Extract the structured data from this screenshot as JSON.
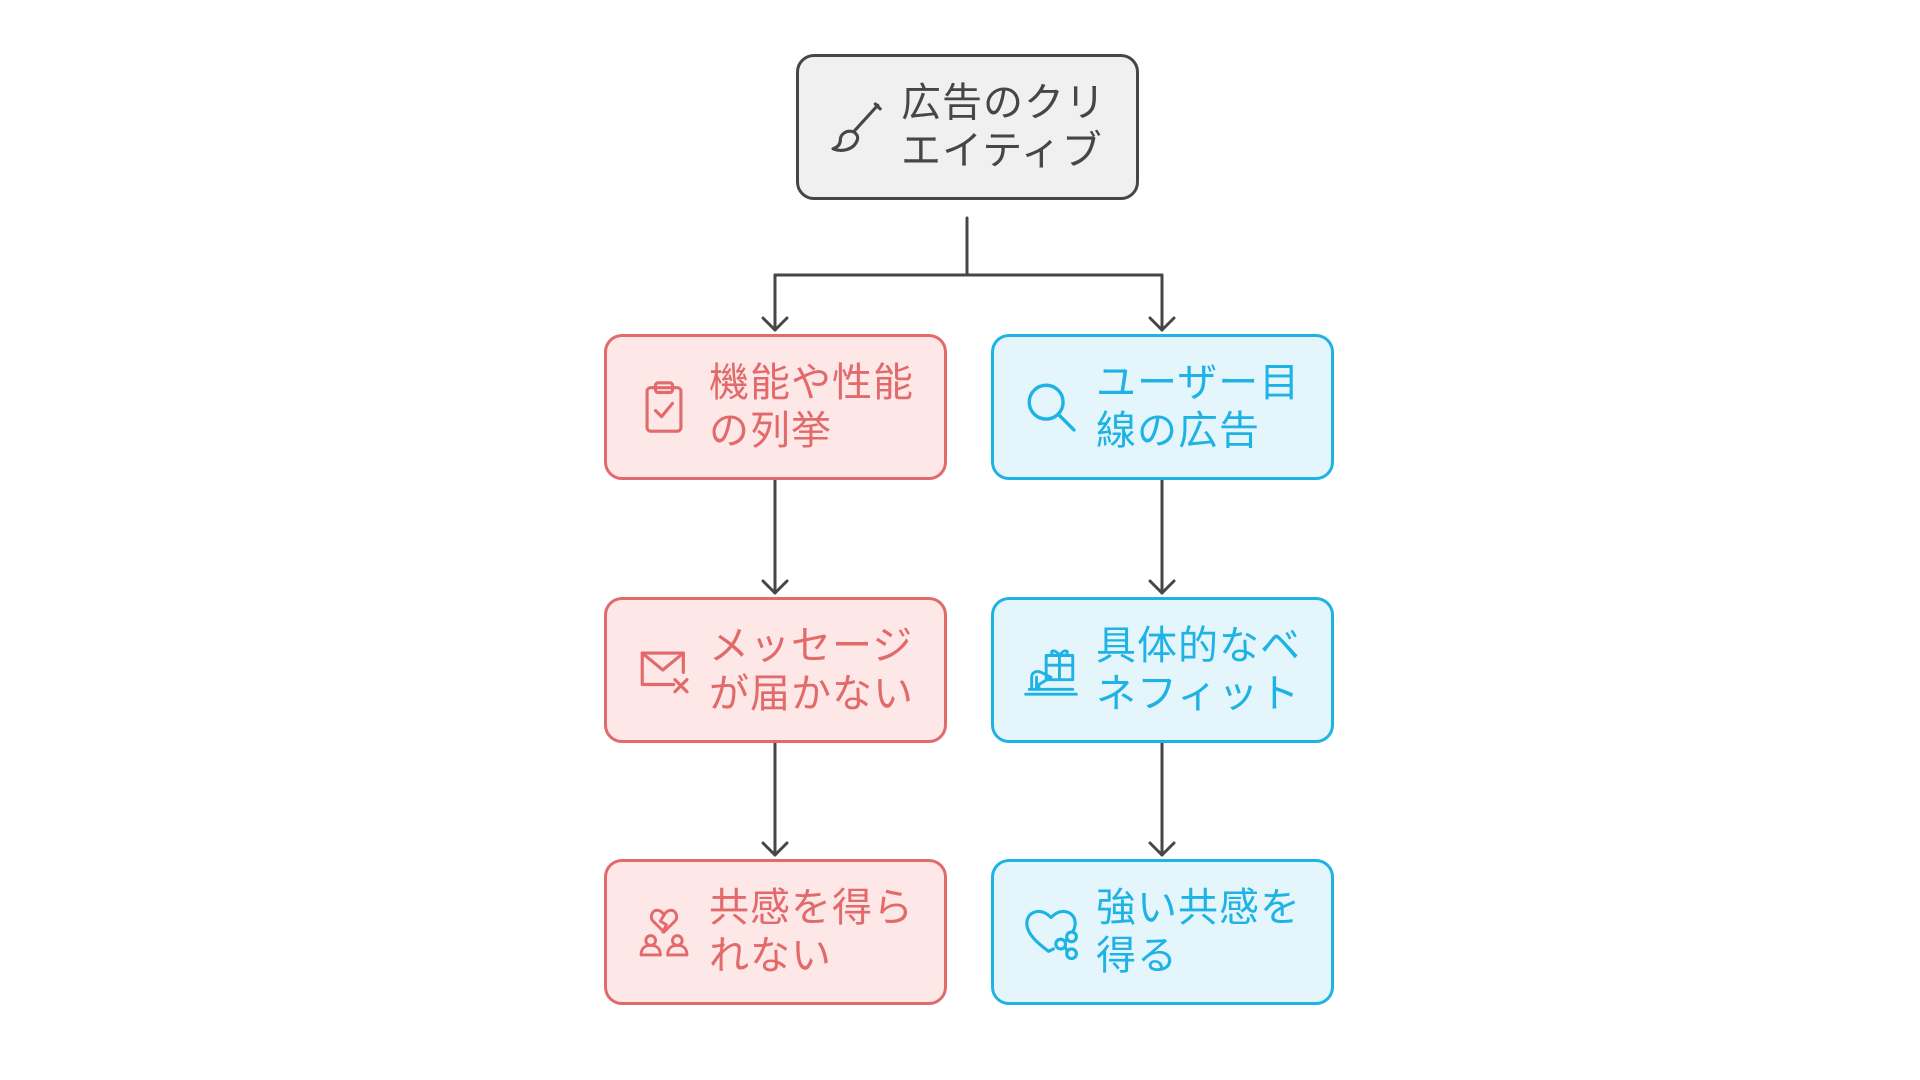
{
  "colors": {
    "root_border": "#464646",
    "root_fill": "#f0f0f0",
    "red_border": "#e26a6a",
    "red_fill": "#fde7e7",
    "blue_border": "#1eb3e4",
    "blue_fill": "#e4f6fc",
    "connector": "#464646"
  },
  "root": {
    "label": "広告のクリ\nエイティブ",
    "icon": "paintbrush-icon"
  },
  "left_branch": [
    {
      "label": "機能や性能\nの列挙",
      "icon": "clipboard-check-icon"
    },
    {
      "label": "メッセージ\nが届かない",
      "icon": "mail-x-icon"
    },
    {
      "label": "共感を得ら\nれない",
      "icon": "broken-heart-people-icon"
    }
  ],
  "right_branch": [
    {
      "label": "ユーザー目\n線の広告",
      "icon": "search-icon"
    },
    {
      "label": "具体的なベ\nネフィット",
      "icon": "gift-hand-icon"
    },
    {
      "label": "強い共感を\n得る",
      "icon": "heart-share-icon"
    }
  ]
}
